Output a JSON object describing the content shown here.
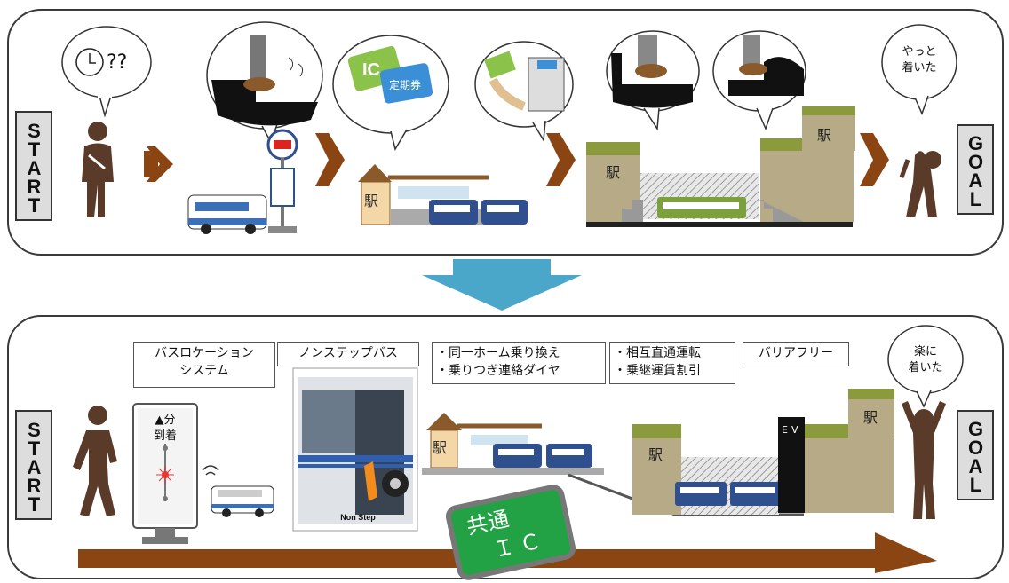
{
  "top": {
    "start_label": "START",
    "goal_label": "GOAL",
    "confused_text": "??",
    "finally_arrived": [
      "やっと",
      "着いた"
    ],
    "ic_card_text": "IC",
    "commuter_pass_text": "定期券",
    "station_label": "駅"
  },
  "bottom": {
    "start_label": "START",
    "goal_label": "GOAL",
    "bus_location": [
      "バスロケーション",
      "システム"
    ],
    "nonstep_bus": "ノンステップバス",
    "same_platform": [
      "・同一ホーム乗り換え",
      "・乗りつぎ連絡ダイヤ"
    ],
    "through_service": [
      "・相互直通運転",
      "・乗継運賃割引"
    ],
    "barrier_free": "バリアフリー",
    "easy_arrived": [
      "楽に",
      "着いた"
    ],
    "signage_minutes": "▲分",
    "signage_arrival": "到着",
    "nonstep_caption": "Non Step",
    "station_label": "駅",
    "ev_label": "EV",
    "common_ic": [
      "共通",
      "ＩＣ"
    ]
  },
  "colors": {
    "arrow_brown": "#8B4513",
    "figure_brown": "#5a3a28",
    "transition_arrow": "#4ba7c9",
    "station_khaki": "#b7ab87",
    "roof_green": "#8b9a3c",
    "train_blue": "#2f4f8f",
    "train_green": "#7ba03c",
    "ic_green": "#22a244"
  }
}
